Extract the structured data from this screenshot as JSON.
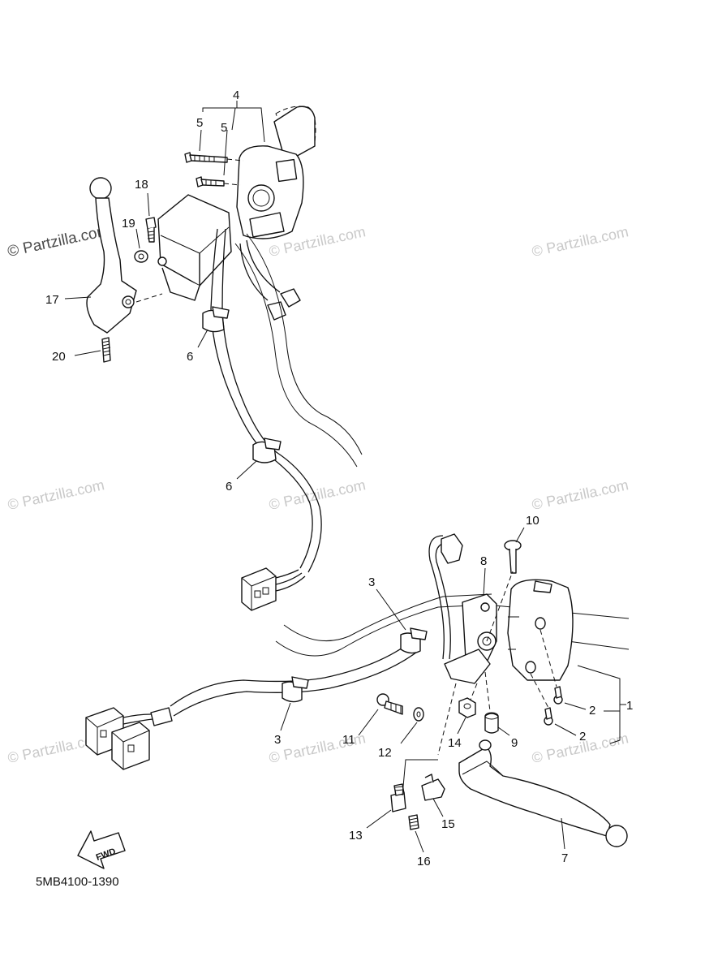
{
  "watermarks": {
    "primary": "© Partzilla.com",
    "faint": "© Partzilla.com"
  },
  "diagram_code": "5MB4100-1390",
  "fwd_label": "FWD",
  "callouts": {
    "c1": "1",
    "c2a": "2",
    "c2b": "2",
    "c3a": "3",
    "c3b": "3",
    "c4": "4",
    "c5a": "5",
    "c5b": "5",
    "c6a": "6",
    "c6b": "6",
    "c7": "7",
    "c8": "8",
    "c9": "9",
    "c10": "10",
    "c11": "11",
    "c12": "12",
    "c13": "13",
    "c14": "14",
    "c15": "15",
    "c16": "16",
    "c17": "17",
    "c18": "18",
    "c19": "19",
    "c20": "20"
  },
  "colors": {
    "line": "#111111",
    "watermark": "#c9c9c9"
  }
}
